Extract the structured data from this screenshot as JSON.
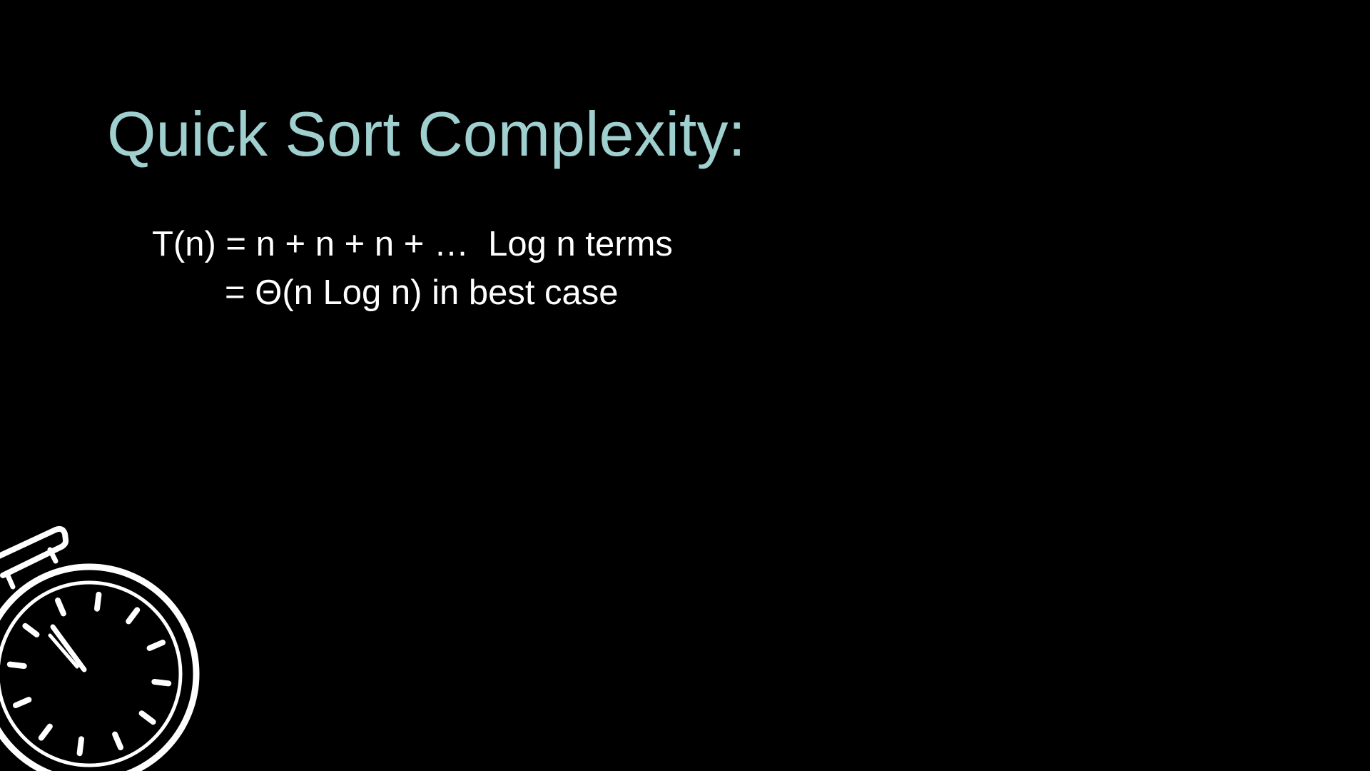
{
  "slide": {
    "title": "Quick Sort Complexity:",
    "lines": [
      "T(n) = n + n + n + …  Log n terms",
      "= Θ(n Log n) in best case"
    ]
  },
  "colors": {
    "background": "#000000",
    "title": "#9fcfce",
    "body_text": "#ffffff",
    "icon": "#ffffff"
  },
  "icons": {
    "decoration": "stopwatch-icon"
  }
}
